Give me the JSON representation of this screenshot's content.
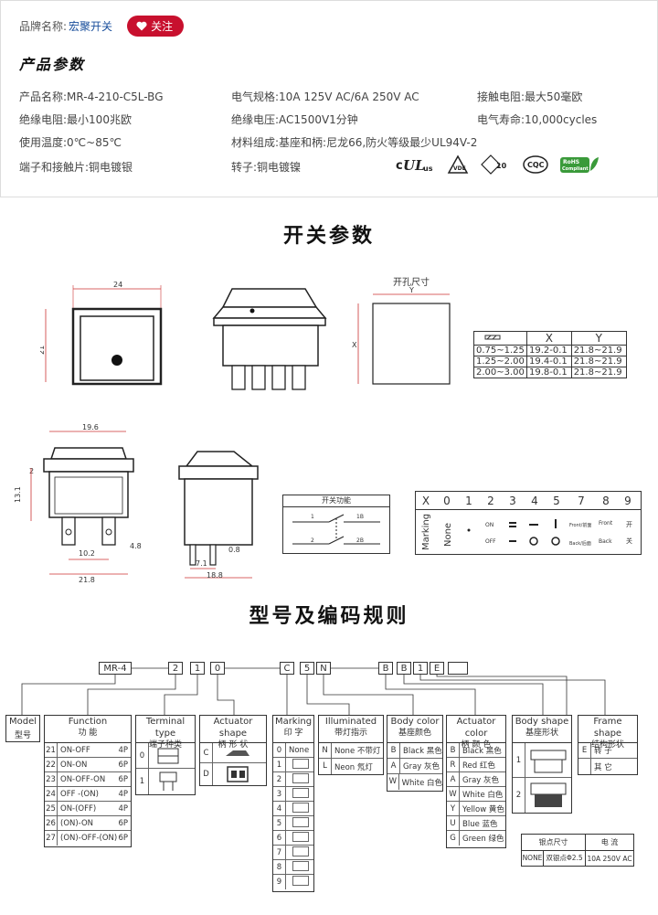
{
  "header": {
    "brand_label": "品牌名称:",
    "brand_value": "宏聚开关",
    "follow_label": "关注",
    "section_title": "产品参数"
  },
  "params": [
    "产品名称:MR-4-210-C5L-BG",
    "电气规格:10A 125V AC/6A 250V AC",
    "接触电阻:最大50毫欧",
    "绝缘电阻:最小100兆欧",
    "绝缘电压:AC1500V1分钟",
    "电气寿命:10,000cycles",
    "使用温度:0℃~85℃",
    "材料组成:基座和柄:尼龙66,防火等级最少UL94V-2",
    "端子和接触片:铜电镀银",
    "转子:铜电镀镍"
  ],
  "certs": [
    "cULus",
    "VDE",
    "ENEC10",
    "CQC",
    "RoHS Compliant"
  ],
  "titles": {
    "switch_params": "开关参数",
    "model_rules": "型号及编码规则"
  },
  "dims": {
    "w24": "24",
    "h21": "21",
    "hole_title": "开孔尺寸",
    "y": "Y",
    "x": "X",
    "w19_6": "19.6",
    "d2": "2",
    "d13_1": "13.1",
    "d10_2": "10.2",
    "d4_8": "4.8",
    "d21_8": "21.8",
    "d0_8": "0.8",
    "d7_1": "7.1",
    "d18_8": "18.8",
    "function_title": "开关功能",
    "t1": "1",
    "t1b": "1B",
    "t2": "2",
    "t2b": "2B"
  },
  "hole_table": {
    "head": [
      "",
      "X",
      "Y"
    ],
    "rows": [
      [
        "0.75~1.25",
        "19.2-0.1",
        "21.8~21.9"
      ],
      [
        "1.25~2.00",
        "19.4-0.1",
        "21.8~21.9"
      ],
      [
        "2.00~3.00",
        "19.8-0.1",
        "21.8~21.9"
      ]
    ]
  },
  "marking_table": {
    "x": "X",
    "cols": [
      "0",
      "1",
      "2",
      "3",
      "4",
      "5",
      "7",
      "8",
      "9"
    ],
    "row_label": "Marking",
    "none": "None",
    "on": "ON",
    "off": "OFF",
    "front": "Front/前面",
    "back": "Back/后面",
    "front2": "Front",
    "back2": "Back",
    "kai": "开",
    "guan": "关"
  },
  "code": {
    "prefix": "MR-4",
    "cells": [
      "2",
      "1",
      "0",
      "C",
      "5",
      "N",
      "B",
      "B",
      "1",
      "E",
      ""
    ]
  },
  "model": {
    "title": "Model",
    "cn": "型号"
  },
  "function": {
    "title": "Function",
    "cn": "功 能",
    "items": [
      {
        "k": "21",
        "v": "ON-OFF",
        "p": "4P"
      },
      {
        "k": "22",
        "v": "ON-ON",
        "p": "6P"
      },
      {
        "k": "23",
        "v": "ON-OFF-ON",
        "p": "6P"
      },
      {
        "k": "24",
        "v": "OFF -(ON)",
        "p": "4P"
      },
      {
        "k": "25",
        "v": "ON-(OFF)",
        "p": "4P"
      },
      {
        "k": "26",
        "v": "(ON)-ON",
        "p": "6P"
      },
      {
        "k": "27",
        "v": "(ON)-OFF-(ON)",
        "p": "6P"
      }
    ]
  },
  "terminal": {
    "title": "Terminal type",
    "cn": "端子种类",
    "items": [
      "0",
      "1"
    ]
  },
  "actuator_shape": {
    "title": "Actuator shape",
    "cn": "柄 形 状",
    "items": [
      "C",
      "D"
    ]
  },
  "marking": {
    "title": "Marking",
    "cn": "印 字",
    "items": [
      "0",
      "1",
      "2",
      "3",
      "4",
      "5",
      "6",
      "7",
      "8",
      "9"
    ],
    "none": "None"
  },
  "illuminated": {
    "title": "Illuminated",
    "cn": "带灯指示",
    "items": [
      {
        "k": "N",
        "v": "None 不带灯"
      },
      {
        "k": "L",
        "v": "Neon 氖灯"
      }
    ]
  },
  "body_color": {
    "title": "Body color",
    "cn": "基座颜色",
    "items": [
      {
        "k": "B",
        "v": "Black 黑色"
      },
      {
        "k": "A",
        "v": "Gray 灰色"
      },
      {
        "k": "W",
        "v": "White 白色"
      }
    ]
  },
  "actuator_color": {
    "title": "Actuator color",
    "cn": "柄 颜 色",
    "items": [
      {
        "k": "B",
        "v": "Black 黑色"
      },
      {
        "k": "R",
        "v": "Red 红色"
      },
      {
        "k": "A",
        "v": "Gray 灰色"
      },
      {
        "k": "W",
        "v": "White 白色"
      },
      {
        "k": "Y",
        "v": "Yellow 黄色"
      },
      {
        "k": "U",
        "v": "Blue 蓝色"
      },
      {
        "k": "G",
        "v": "Green 绿色"
      }
    ]
  },
  "body_shape": {
    "title": "Body shape",
    "cn": "基座形状",
    "items": [
      "1",
      "2"
    ]
  },
  "frame_shape": {
    "title": "Frame shape",
    "cn": "结构形状",
    "items": [
      {
        "k": "E",
        "v": "转 子"
      },
      {
        "k": "",
        "v": "其 它"
      }
    ]
  },
  "silver_table": {
    "h1": "银点尺寸",
    "h2": "电 流",
    "r1": "NONE",
    "r2": "双银点Φ2.5",
    "r3": "10A 250V AC"
  }
}
